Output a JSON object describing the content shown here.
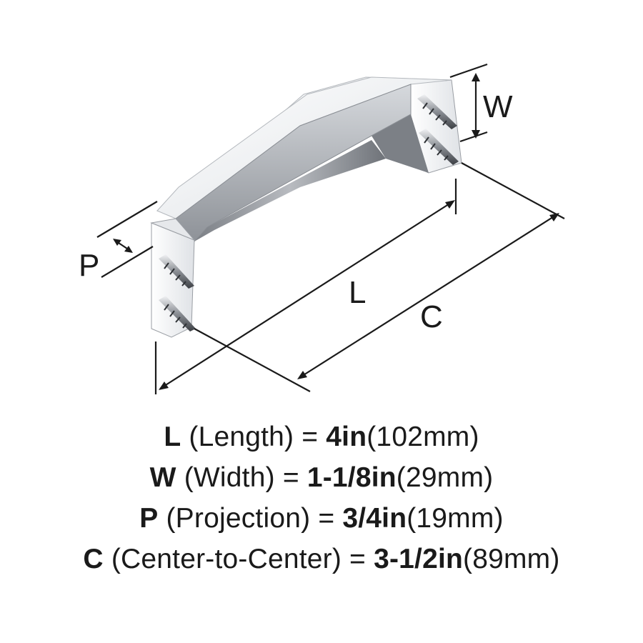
{
  "diagram": {
    "labels": {
      "p": "P",
      "w": "W",
      "l": "L",
      "c": "C"
    },
    "colors": {
      "metal_light": "#f4f5f7",
      "metal_mid": "#c9ccd1",
      "metal_dark": "#6e7278",
      "line": "#1a1a1a"
    }
  },
  "specs": [
    {
      "letter": "L",
      "desc": " (Length) = ",
      "value": "4in",
      "metric": "(102mm)"
    },
    {
      "letter": "W",
      "desc": " (Width) = ",
      "value": "1-1/8in",
      "metric": "(29mm)"
    },
    {
      "letter": "P",
      "desc": " (Projection) = ",
      "value": "3/4in",
      "metric": "(19mm)"
    },
    {
      "letter": "C",
      "desc": " (Center-to-Center) = ",
      "value": "3-1/2in",
      "metric": "(89mm)"
    }
  ]
}
